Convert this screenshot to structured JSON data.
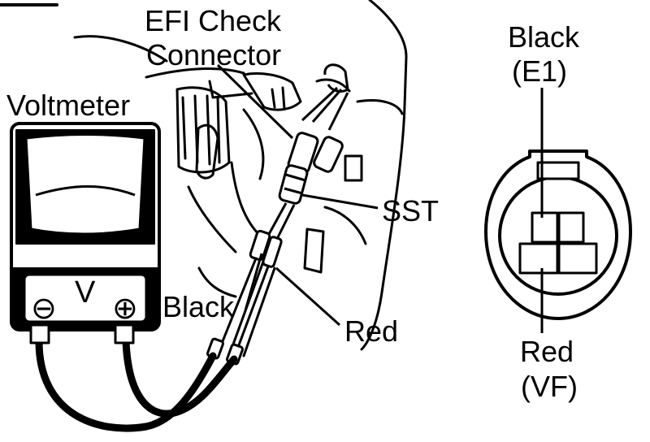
{
  "labels": {
    "efi_line1": "EFI Check",
    "efi_line2": "Connector",
    "voltmeter": "Voltmeter",
    "sst": "SST",
    "black": "Black",
    "red": "Red"
  },
  "meter": {
    "minus": "⊖",
    "v": "V",
    "plus": "⊕"
  },
  "connector_view": {
    "top_line1": "Black",
    "top_line2": "(E1)",
    "bottom_line1": "Red",
    "bottom_line2": "(VF)"
  },
  "colors": {
    "ink": "#000000",
    "paper": "#ffffff"
  }
}
